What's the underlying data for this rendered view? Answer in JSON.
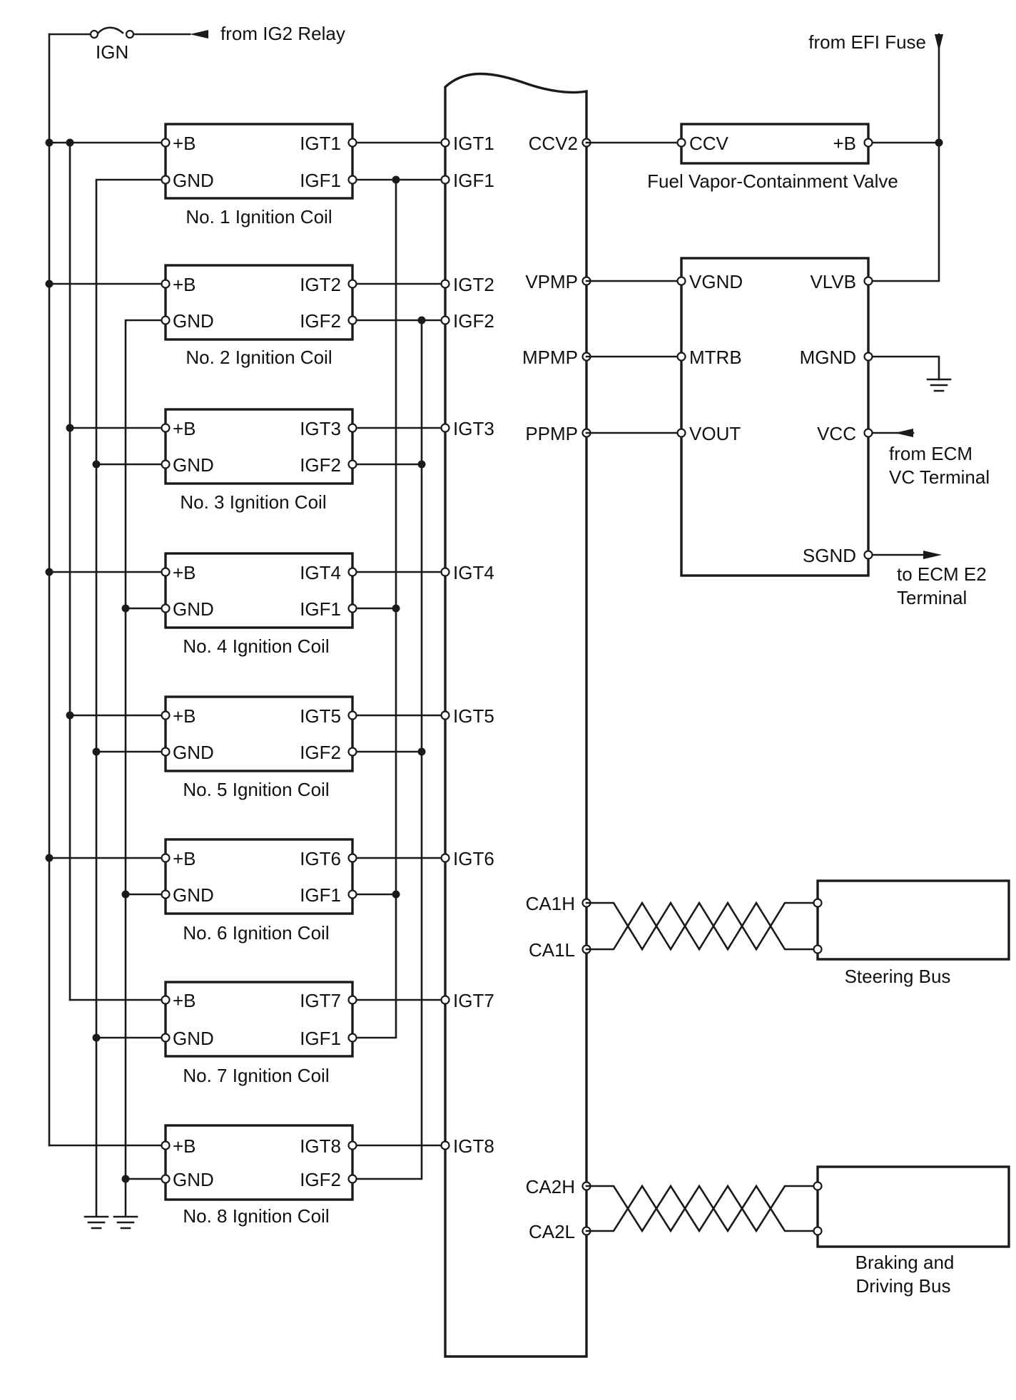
{
  "ign": {
    "fuse_label": "IGN",
    "source_text": "from IG2 Relay"
  },
  "ignition_coils": [
    {
      "label": "No. 1 Ignition Coil",
      "b_pin": "+B",
      "gnd_pin": "GND",
      "igt_pin": "IGT1",
      "igf_pin": "IGF1",
      "ecm_igt": "IGT1",
      "ecm_igf": "IGF1"
    },
    {
      "label": "No. 2 Ignition Coil",
      "b_pin": "+B",
      "gnd_pin": "GND",
      "igt_pin": "IGT2",
      "igf_pin": "IGF2",
      "ecm_igt": "IGT2",
      "ecm_igf": "IGF2"
    },
    {
      "label": "No. 3 Ignition Coil",
      "b_pin": "+B",
      "gnd_pin": "GND",
      "igt_pin": "IGT3",
      "igf_pin": "IGF2",
      "ecm_igt": "IGT3"
    },
    {
      "label": "No. 4 Ignition Coil",
      "b_pin": "+B",
      "gnd_pin": "GND",
      "igt_pin": "IGT4",
      "igf_pin": "IGF1",
      "ecm_igt": "IGT4"
    },
    {
      "label": "No. 5 Ignition Coil",
      "b_pin": "+B",
      "gnd_pin": "GND",
      "igt_pin": "IGT5",
      "igf_pin": "IGF2",
      "ecm_igt": "IGT5"
    },
    {
      "label": "No. 6 Ignition Coil",
      "b_pin": "+B",
      "gnd_pin": "GND",
      "igt_pin": "IGT6",
      "igf_pin": "IGF1",
      "ecm_igt": "IGT6"
    },
    {
      "label": "No. 7 Ignition Coil",
      "b_pin": "+B",
      "gnd_pin": "GND",
      "igt_pin": "IGT7",
      "igf_pin": "IGF1",
      "ecm_igt": "IGT7"
    },
    {
      "label": "No. 8 Ignition Coil",
      "b_pin": "+B",
      "gnd_pin": "GND",
      "igt_pin": "IGT8",
      "igf_pin": "IGF2",
      "ecm_igt": "IGT8"
    }
  ],
  "ecm_right_pins": {
    "ccv2": "CCV2",
    "vpmp": "VPMP",
    "mpmp": "MPMP",
    "ppmp": "PPMP",
    "ca1h": "CA1H",
    "ca1l": "CA1L",
    "ca2h": "CA2H",
    "ca2l": "CA2L"
  },
  "valve": {
    "pin_ccv": "CCV",
    "pin_b": "+B",
    "label": "Fuel Vapor-Containment Valve",
    "efi_text": "from EFI Fuse"
  },
  "pump_module": {
    "vgnd": "VGND",
    "vlvb": "VLVB",
    "mtrb": "MTRB",
    "mgnd": "MGND",
    "vout": "VOUT",
    "vcc": "VCC",
    "sgnd": "SGND",
    "vc_text_1": "from ECM",
    "vc_text_2": "VC Terminal",
    "e2_text_1": "to ECM E2",
    "e2_text_2": "Terminal"
  },
  "buses": {
    "steering": "Steering Bus",
    "braking_1": "Braking and",
    "braking_2": "Driving Bus"
  }
}
